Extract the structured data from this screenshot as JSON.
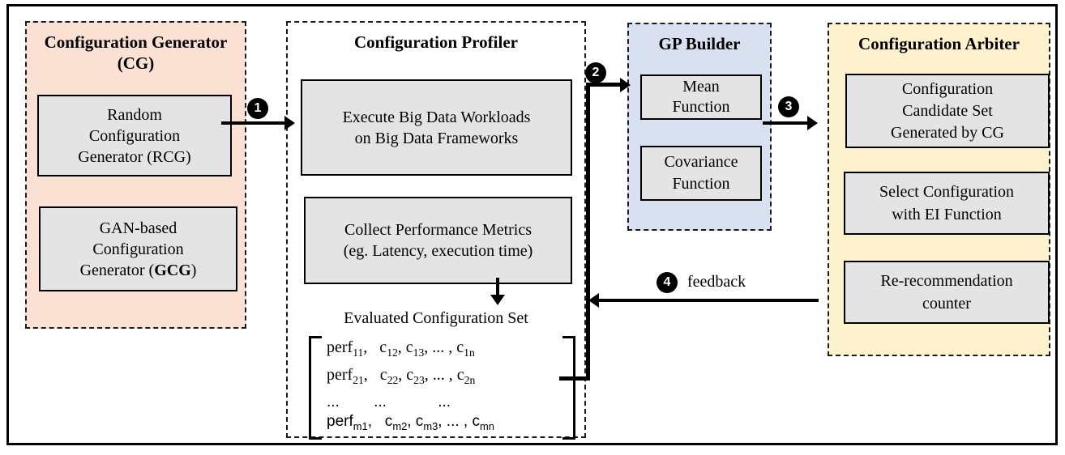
{
  "cg": {
    "title_lines": [
      "Configuration Generator",
      "(CG)"
    ],
    "rcg_lines": [
      "Random",
      "Configuration",
      "Generator (RCG)"
    ],
    "gcg_lines": [
      "GAN-based",
      "Configuration"
    ],
    "gcg_last_prefix": "Generator (",
    "gcg_last_bold": "GCG",
    "gcg_last_suffix": ")"
  },
  "profiler": {
    "title": "Configuration Profiler",
    "execute_lines": [
      "Execute Big Data Workloads",
      "on Big Data Frameworks"
    ],
    "collect_lines": [
      "Collect Performance Metrics",
      "(eg. Latency, execution time)"
    ],
    "evaluated_label": "Evaluated Configuration Set",
    "matrix_rows": [
      {
        "font": "serif",
        "segments": [
          {
            "t": "perf",
            "sub": "11"
          },
          {
            "t": ",   c",
            "sub": "12"
          },
          {
            "t": ", c",
            "sub": "13"
          },
          {
            "t": ", ... , c",
            "sub": "1n"
          }
        ]
      },
      {
        "font": "serif",
        "segments": [
          {
            "t": "perf",
            "sub": "21"
          },
          {
            "t": ",   c",
            "sub": "22"
          },
          {
            "t": ", c",
            "sub": "23"
          },
          {
            "t": ", ... , c",
            "sub": "2n"
          }
        ]
      },
      {
        "font": "sans",
        "segments": [
          {
            "t": "...        ...            ..."
          }
        ]
      },
      {
        "font": "sans",
        "segments": [
          {
            "t": "perf",
            "sub": "m1"
          },
          {
            "t": ",   c",
            "sub": "m2"
          },
          {
            "t": ", c",
            "sub": "m3"
          },
          {
            "t": ", ... , c",
            "sub": "mn"
          }
        ]
      }
    ]
  },
  "gp": {
    "title": "GP Builder",
    "mean_lines": [
      "Mean",
      "Function"
    ],
    "cov_lines": [
      "Covariance",
      "Function"
    ]
  },
  "arbiter": {
    "title": "Configuration Arbiter",
    "candidate_lines": [
      "Configuration",
      "Candidate Set",
      "Generated by CG"
    ],
    "select_lines": [
      "Select Configuration",
      "with EI Function"
    ],
    "rerec_lines": [
      "Re-recommendation",
      "counter"
    ]
  },
  "flow": {
    "step1": "1",
    "step2": "2",
    "step3": "3",
    "step4": "4",
    "feedback_label": "feedback"
  },
  "colors": {
    "cg_bg": "#fae1d3",
    "gp_bg": "#d9e0f0",
    "arbiter_bg": "#fdf1ce",
    "gray_box_bg": "#e4e4e4",
    "line": "#000000"
  }
}
